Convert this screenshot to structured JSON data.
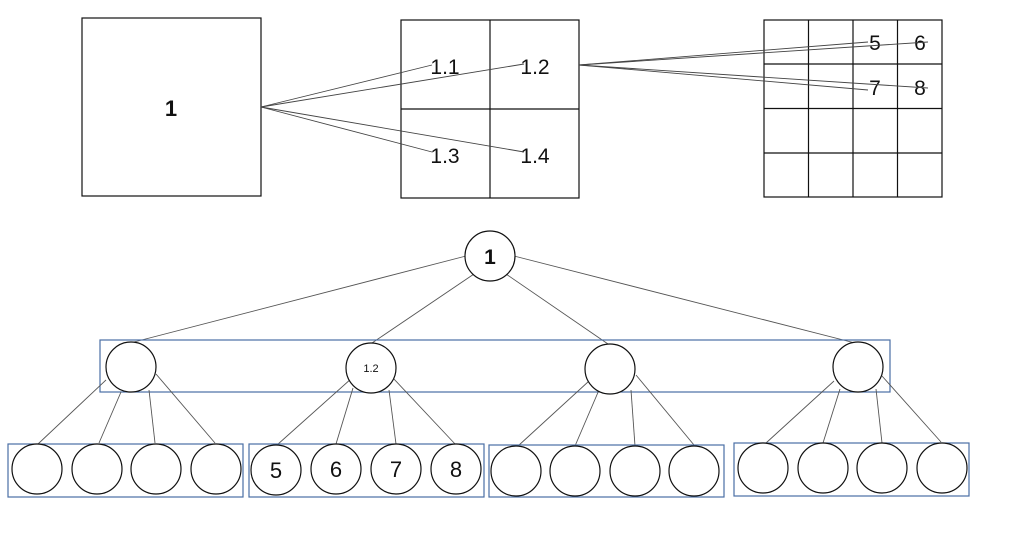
{
  "top_row": {
    "root_label": "1",
    "level1_labels": [
      "1.1",
      "1.2",
      "1.3",
      "1.4"
    ],
    "level2_labels": [
      "5",
      "6",
      "7",
      "8"
    ]
  },
  "tree": {
    "root_label": "1",
    "level1_labels": [
      "",
      "1.2",
      "",
      ""
    ],
    "level2_groups": [
      [
        "",
        "",
        "",
        ""
      ],
      [
        "5",
        "6",
        "7",
        "8"
      ],
      [
        "",
        "",
        "",
        ""
      ],
      [
        "",
        "",
        "",
        ""
      ]
    ]
  },
  "colors": {
    "stroke": "#111111",
    "group_box": "#4a6fa5",
    "edge": "#555555"
  }
}
